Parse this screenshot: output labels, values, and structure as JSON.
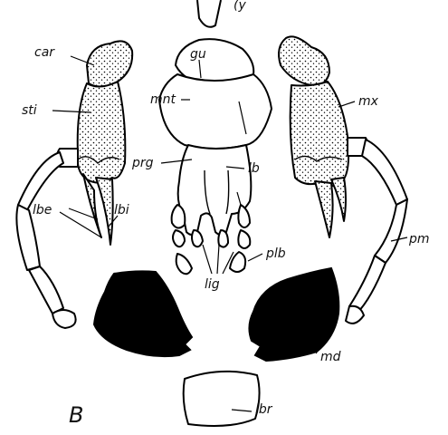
{
  "figure": {
    "panel_letter": "B",
    "top_fragment": "(y",
    "labels": {
      "car": "car",
      "sti": "sti",
      "gu": "gu",
      "mnt": "mnt",
      "mx": "mx",
      "lb": "lb",
      "prg": "prg",
      "lbe": "lbe",
      "lbi": "lbi",
      "plb": "plb",
      "pm": "pm",
      "lig": "lig",
      "md": "md",
      "lbr": "lbr"
    }
  }
}
